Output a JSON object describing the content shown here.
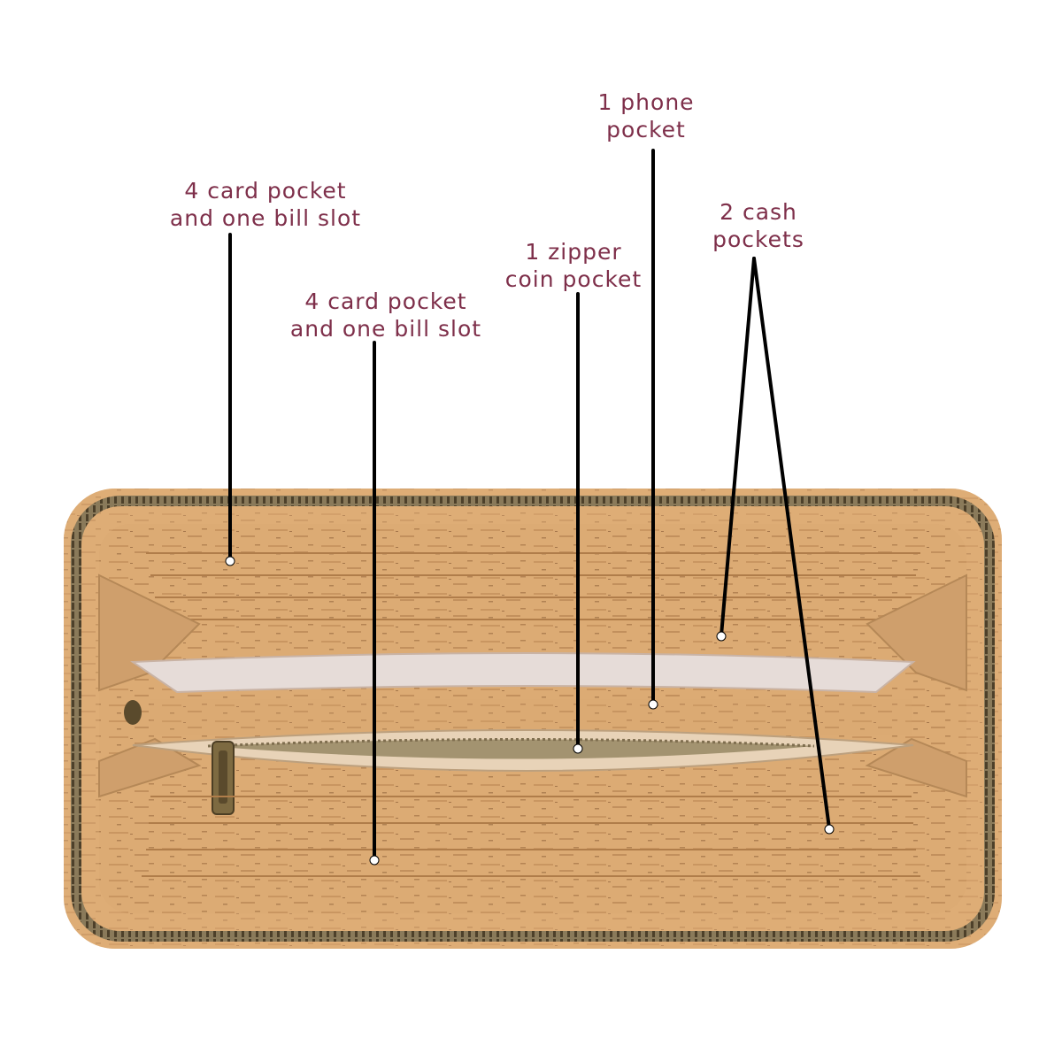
{
  "colors": {
    "label_text": "#7e2f4a",
    "leader_line": "#000000",
    "marker_dot": "#ffffff",
    "cork": "#d8a56e",
    "zipper": "#6b5a3a",
    "card_insert": "#e6dcd8",
    "background": "#ffffff"
  },
  "labels": [
    {
      "id": "left-card-pocket",
      "lines": [
        "4 card pocket",
        "and one bill slot"
      ]
    },
    {
      "id": "center-card-pocket",
      "lines": [
        "4 card pocket",
        "and one bill slot"
      ]
    },
    {
      "id": "zipper-coin-pocket",
      "lines": [
        "1 zipper",
        "coin pocket"
      ]
    },
    {
      "id": "phone-pocket",
      "lines": [
        "1 phone",
        "pocket"
      ]
    },
    {
      "id": "cash-pockets",
      "lines": [
        "2 cash",
        "pockets"
      ]
    }
  ],
  "image": {
    "subject": "open cork zip-around wallet"
  }
}
